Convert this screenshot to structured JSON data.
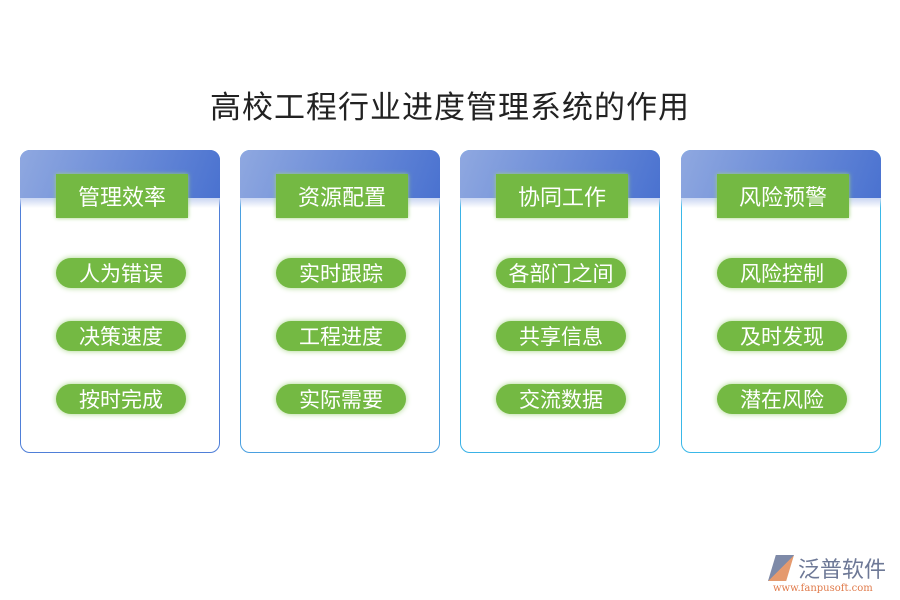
{
  "title": "高校工程行业进度管理系统的作用",
  "cards": [
    {
      "heading": "管理效率",
      "items": [
        "人为错误",
        "决策速度",
        "按时完成"
      ]
    },
    {
      "heading": "资源配置",
      "items": [
        "实时跟踪",
        "工程进度",
        "实际需要"
      ]
    },
    {
      "heading": "协同工作",
      "items": [
        "各部门之间",
        "共享信息",
        "交流数据"
      ]
    },
    {
      "heading": "风险预警",
      "items": [
        "风险控制",
        "及时发现",
        "潜在风险"
      ]
    }
  ],
  "logo": {
    "name": "泛普软件",
    "url": "www.fanpusoft.com"
  },
  "colors": {
    "green": "#74b943",
    "blue": "#4a72d0",
    "cyan": "#3ab8e8"
  }
}
